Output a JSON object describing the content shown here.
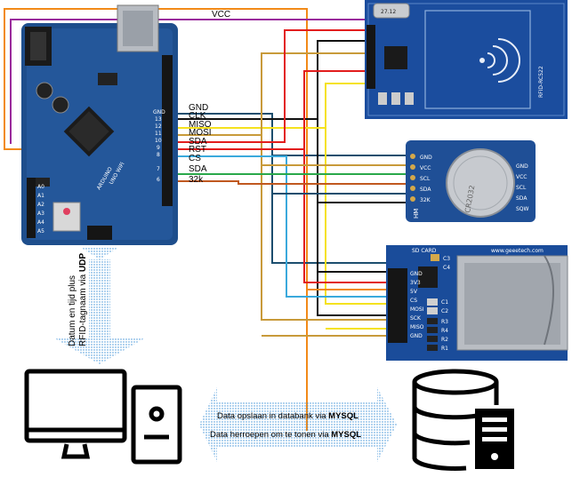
{
  "wire_labels": {
    "vcc": "VCC",
    "gnd": "GND",
    "clk": "CLK",
    "miso": "MISO",
    "mosi": "MOSI",
    "sda1": "SDA",
    "rst": "RST",
    "cs": "CS",
    "sda2": "SDA",
    "k32": "32k"
  },
  "rfid": {
    "silk": "RFID-RC522",
    "crystal": "27.12"
  },
  "rtc": {
    "battery": "CR2032",
    "pins_left": [
      "GND",
      "VCC",
      "SCL",
      "SDA",
      "32K"
    ],
    "pins_right": [
      "GND",
      "VCC",
      "SCL",
      "SDA",
      "SQW"
    ],
    "mark": "HM"
  },
  "sdcard": {
    "title": "SD CARD",
    "site": "www.geeetech.com",
    "pins": [
      "GND",
      "3V3",
      "5V",
      "CS",
      "MOSI",
      "SCK",
      "MISO",
      "GND"
    ],
    "components": [
      "C3",
      "C4",
      "C1",
      "C2",
      "R3",
      "R4",
      "R2",
      "R1"
    ]
  },
  "arduino": {
    "brand": "ARDUINO",
    "model": "UNO WiFi",
    "pins_top": [
      "GND",
      "13",
      "12",
      "11",
      "10",
      "9",
      "8",
      "7",
      "6"
    ],
    "pins_analog": [
      "A0",
      "A1",
      "A2",
      "A3",
      "A4",
      "A5"
    ]
  },
  "udp_note": {
    "line1": "Datum en tijd plus",
    "line2_prefix": "RFID-tagnaam via ",
    "line2_bold": "UDP"
  },
  "mysql_note": {
    "line1_prefix": "Data opslaan in databank via ",
    "line1_bold": "MYSQL",
    "line2_prefix": "Data herroepen om te tonen via ",
    "line2_bold": "MYSQL"
  },
  "colors": {
    "board_blue": "#1e4e8c",
    "rfid_blue": "#1b4d9e",
    "rtc_blue": "#1f4f96",
    "sd_blue": "#1a4c9a",
    "wire_orange": "#f28a18",
    "wire_purple": "#9a2a9c",
    "wire_darkblue": "#1c4e6e",
    "wire_black": "#111111",
    "wire_yellow": "#f5e21e",
    "wire_red": "#e21d1d",
    "wire_lightblue": "#3aa9dc",
    "wire_green": "#2aa84a",
    "wire_rust": "#c0581f",
    "wire_tan": "#c89a3a",
    "arrow_blue": "#7fbde8"
  },
  "icons": [
    "computer-icon",
    "database-server-icon"
  ]
}
